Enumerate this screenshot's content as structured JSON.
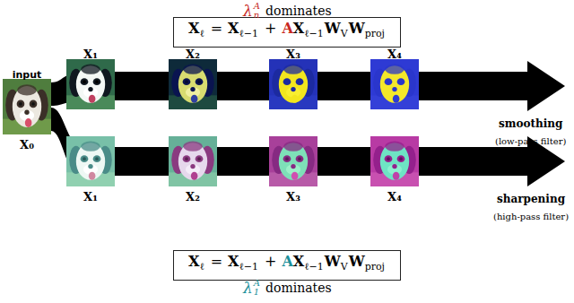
{
  "diagram": {
    "nodes": [
      {
        "text": [
          "X",
          "ℓ",
          "=",
          "X",
          "ℓ−1",
          "+",
          "A",
          "X",
          "ℓ−1",
          "W",
          "V",
          "W",
          "proj"
        ]
      },
      {
        "text": [
          "input",
          "X₀"
        ]
      },
      {
        "text": [
          "X₁"
        ]
      },
      {
        "text": [
          "X₂"
        ]
      },
      {
        "text": [
          "X₃"
        ]
      },
      {
        "text": [
          "X₄"
        ]
      },
      {
        "text": [
          "X₁"
        ]
      },
      {
        "text": [
          "X₂"
        ]
      },
      {
        "text": [
          "X₃"
        ]
      },
      {
        "text": [
          "X₄"
        ]
      },
      {
        "text": [
          "X",
          "ℓ",
          "=",
          "X",
          "ℓ−1",
          "+",
          "A",
          "X",
          "ℓ−1",
          "W",
          "V",
          "W",
          "proj"
        ]
      }
    ],
    "labels": [
      "λ",
      "n",
      "A",
      "dominates",
      "smoothing",
      "(low-pass filter)",
      "sharpening",
      "(high-pass filter)",
      "λ",
      "1",
      "A",
      "dominates"
    ]
  }
}
